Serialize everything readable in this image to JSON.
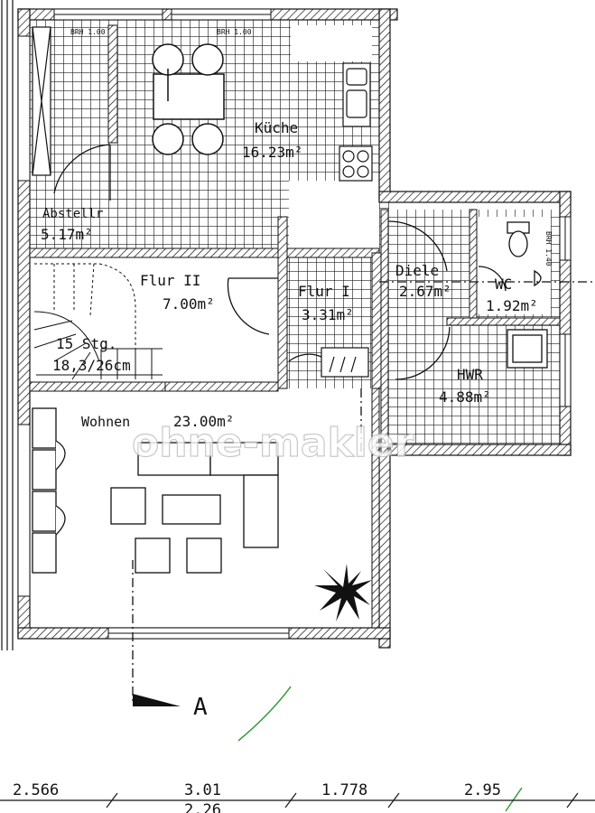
{
  "rooms": {
    "kueche": {
      "name": "Küche",
      "area": "16.23m²"
    },
    "abstellr": {
      "name": "Abstellr",
      "area": "5.17m²"
    },
    "flur2": {
      "name": "Flur II",
      "area": "7.00m²"
    },
    "flur1": {
      "name": "Flur I",
      "area": "3.31m²"
    },
    "diele": {
      "name": "Diele",
      "area": "2.67m²"
    },
    "wc": {
      "name": "WC",
      "area": "1.92m²"
    },
    "hwr": {
      "name": "HWR",
      "area": "4.88m²"
    },
    "wohnen": {
      "name": "Wohnen",
      "area": "23.00m²"
    }
  },
  "stairs": {
    "steps": "15 Stg.",
    "size": "18,3/26cm"
  },
  "window_labels": {
    "w1": "BRH 1.00",
    "w2": "BRH 1.00",
    "wc_window": "BRH 1.40"
  },
  "section_marker": "A",
  "dimensions": {
    "d1": "2.566",
    "d2": "3.01",
    "d3": "1.778",
    "d4": "2.95",
    "d5": "2.26"
  },
  "watermark": "ohne-makler",
  "colors": {
    "line": "#111111",
    "tile": "#222222",
    "background": "#ffffff",
    "accent_stroke": "#3a9a3a"
  }
}
